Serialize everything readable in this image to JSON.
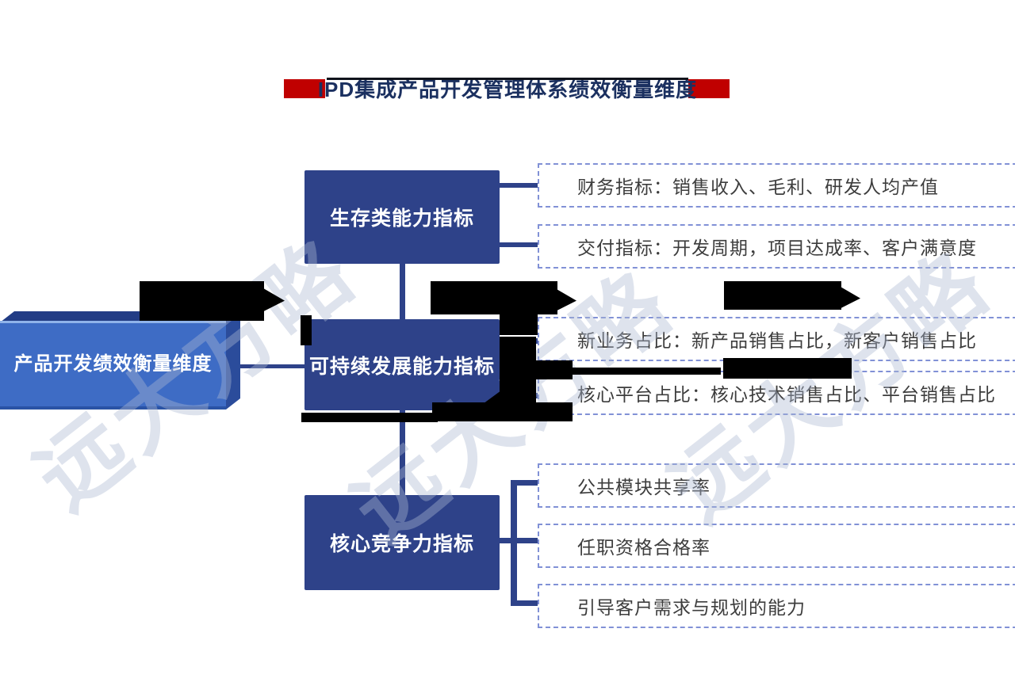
{
  "title": {
    "text": "IPD集成产品开发管理体系绩效衡量维度"
  },
  "root": {
    "label": "产品开发绩效衡量维度"
  },
  "branches": [
    {
      "label": "生存类能力指标",
      "items": [
        "财务指标：销售收入、毛利、研发人均产值",
        "交付指标：开发周期，项目达成率、客户满意度"
      ]
    },
    {
      "label": "可持续发展能力指标",
      "items": [
        "新业务占比：新产品销售占比，新客户销售占比",
        "核心平台占比：核心技术销售占比、平台销售占比"
      ]
    },
    {
      "label": "核心竞争力指标",
      "items": [
        "公共模块共享率",
        "任职资格合格率",
        "引导客户需求与规划的能力"
      ]
    }
  ],
  "watermark": {
    "text": "远大方略"
  },
  "colors": {
    "accent_red": "#c00000",
    "title_navy": "#1b3060",
    "node_navy": "#2e4289",
    "root_front_blue": "#3e6cc5",
    "dashed_border": "#8191d6",
    "item_text": "#3d3d3d"
  }
}
